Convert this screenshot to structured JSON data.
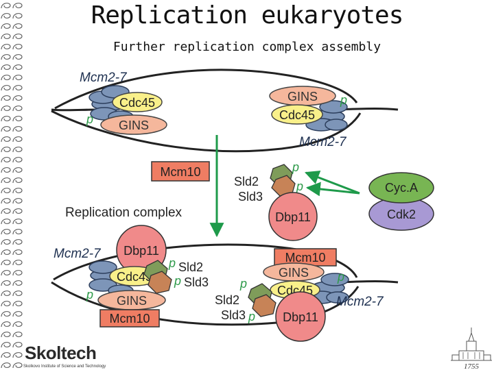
{
  "slide": {
    "title": "Replication eukaryotes",
    "subtitle": "Further replication complex assembly"
  },
  "diagram": {
    "top_left": {
      "mcm": "Mcm2-7",
      "cdc45": "Cdc45",
      "gins": "GINS",
      "phospho": "p"
    },
    "top_right": {
      "gins": "GINS",
      "cdc45": "Cdc45",
      "mcm": "Mcm2-7",
      "phospho": "p"
    },
    "mcm10": "Mcm10",
    "sld2": "Sld2",
    "sld3": "Sld3",
    "phospho_sld2": "p",
    "phospho_sld3": "p",
    "cyca": "Cyc.A",
    "cdk2": "Cdk2",
    "dbp11": "Dbp11",
    "replication_complex": "Replication complex",
    "bottom_left": {
      "mcm": "Mcm2-7",
      "dbp11": "Dbp11",
      "cdc45": "Cdc45",
      "gins": "GINS",
      "mcm10": "Mcm10",
      "sld2": "Sld2",
      "sld3": "Sld3",
      "phospho_sld2": "p",
      "phospho_sld3": "p",
      "phospho_mcm": "p"
    },
    "bottom_right": {
      "mcm10": "Mcm10",
      "gins": "GINS",
      "cdc45": "Cdc45",
      "mcm": "Mcm2-7",
      "dbp11": "Dbp11",
      "sld2": "Sld2",
      "sld3": "Sld3",
      "phospho_sld2": "p",
      "phospho_sld3": "p",
      "phospho_mcm": "p"
    }
  },
  "logo": {
    "name": "Skoltech",
    "tagline": "Skolkovo Institute of Science and Technology"
  },
  "footer": {
    "year": "1755"
  },
  "colors": {
    "mcm": "#7d95b8",
    "gins": "#f5b79c",
    "cdc45": "#f9f08a",
    "mcm10": "#ef7d63",
    "dbp11": "#f08a8a",
    "sld2": "#7f9c5a",
    "sld3": "#c78357",
    "cyca": "#78b553",
    "cdk2": "#a899d4",
    "arrow": "#1e9a4a",
    "phospho": "#2e9a4a"
  }
}
